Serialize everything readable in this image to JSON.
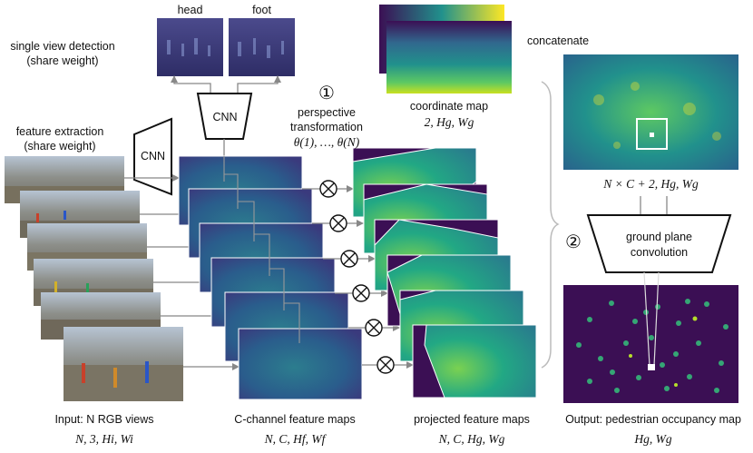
{
  "labels": {
    "single_view_1": "single view detection",
    "single_view_2": "(share weight)",
    "head": "head",
    "foot": "foot",
    "feature_extraction_1": "feature extraction",
    "feature_extraction_2": "(share weight)",
    "cnn": "CNN",
    "step1_circle": "①",
    "perspective_1": "perspective",
    "perspective_2": "transformation",
    "theta": "θ(1), …, θ(N)",
    "coordinate_map": "coordinate map",
    "coordinate_map_dims": "2, Hg, Wg",
    "concatenate": "concatenate",
    "concat_dims": "N × C + 2, Hg, Wg",
    "step2_circle": "②",
    "ground_plane_1": "ground plane",
    "ground_plane_2": "convolution",
    "input_label": "Input: N RGB views",
    "input_dims": "N, 3, Hi, Wi",
    "feature_maps_label": "C-channel feature maps",
    "feature_maps_dims": "N, C, Hf, Wf",
    "projected_label": "projected feature maps",
    "projected_dims": "N, C, Hg, Wg",
    "output_label": "Output: pedestrian occupancy map",
    "output_dims": "Hg, Wg"
  },
  "colors": {
    "viridis_dark": "#3b0f54",
    "viridis_blue": "#2e6e8e",
    "viridis_teal": "#21918c",
    "viridis_green": "#5ec962",
    "viridis_yellow": "#fde725",
    "arrow": "#888888",
    "text": "#111111"
  }
}
